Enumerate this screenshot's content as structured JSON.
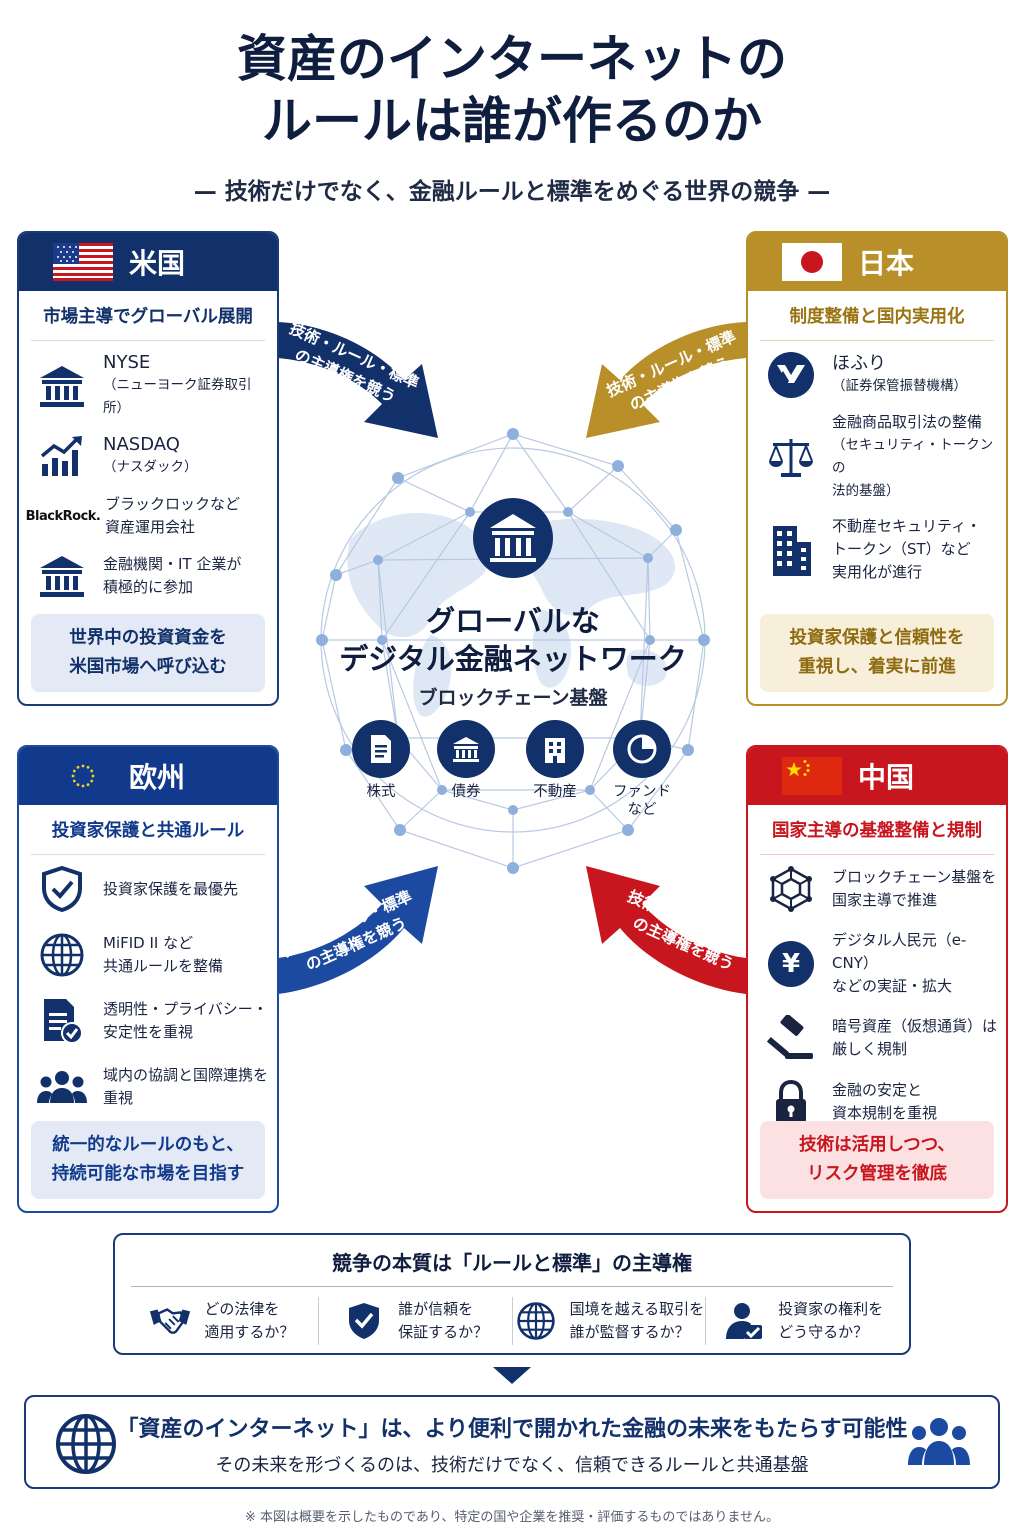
{
  "title_line1": "資産のインターネットの",
  "title_line2": "ルールは誰が作るのか",
  "subtitle": "— 技術だけでなく、金融ルールと標準をめぐる世界の競争 —",
  "arrow_label_line1": "技術・ルール・標準",
  "arrow_label_line2": "の主導権を競う",
  "center": {
    "title_line1": "グローバルな",
    "title_line2": "デジタル金融ネットワーク",
    "subtitle": "ブロックチェーン基盤",
    "assets": [
      {
        "label": "株式",
        "icon": "document-icon"
      },
      {
        "label": "債券",
        "icon": "bank-icon"
      },
      {
        "label": "不動産",
        "icon": "building-icon"
      },
      {
        "label": "ファンド\nなど",
        "icon": "pie-chart-icon"
      }
    ]
  },
  "us": {
    "name": "米国",
    "lead": "市場主導でグローバル展開",
    "items": [
      {
        "main": "NYSE",
        "sub": "（ニューヨーク証券取引所）",
        "icon": "bank-icon"
      },
      {
        "main": "NASDAQ",
        "sub": "（ナスダック）",
        "icon": "chart-up-icon"
      },
      {
        "logo": "BlackRock.",
        "text1": "ブラックロックなど",
        "text2": "資産運用会社"
      },
      {
        "text1": "金融機関・IT 企業が",
        "text2": "積極的に参加",
        "icon": "bank-icon"
      }
    ],
    "foot_line1": "世界中の投資資金を",
    "foot_line2": "米国市場へ呼び込む",
    "color": "#12306a"
  },
  "jp": {
    "name": "日本",
    "lead": "制度整備と国内実用化",
    "items": [
      {
        "main": "ほふり",
        "sub": "（証券保管振替機構）",
        "icon": "jasdec-logo-icon"
      },
      {
        "text1": "金融商品取引法の整備",
        "text2": "（セキュリティ・トークンの",
        "text3": "法的基盤）",
        "icon": "scales-icon"
      },
      {
        "text1": "不動産セキュリティ・",
        "text2": "トークン（ST）など",
        "text3": "実用化が進行",
        "icon": "building-icon"
      }
    ],
    "foot_line1": "投資家保護と信頼性を",
    "foot_line2": "重視し、着実に前進",
    "color": "#b88f29"
  },
  "eu": {
    "name": "欧州",
    "lead": "投資家保護と共通ルール",
    "items": [
      {
        "text1": "投資家保護を最優先",
        "icon": "shield-check-icon"
      },
      {
        "text1": "MiFID II など",
        "text2": "共通ルールを整備",
        "icon": "globe-icon"
      },
      {
        "text1": "透明性・プライバシー・",
        "text2": "安定性を重視",
        "icon": "document-check-icon"
      },
      {
        "text1": "域内の協調と国際連携を",
        "text2": "重視",
        "icon": "people-icon"
      }
    ],
    "foot_line1": "統一的なルールのもと、",
    "foot_line2": "持続可能な市場を目指す",
    "color": "#123a8c"
  },
  "cn": {
    "name": "中国",
    "lead": "国家主導の基盤整備と規制",
    "items": [
      {
        "text1": "ブロックチェーン基盤を",
        "text2": "国家主導で推進",
        "icon": "blockchain-icon"
      },
      {
        "text1": "デジタル人民元（e-CNY）",
        "text2": "などの実証・拡大",
        "icon": "yen-icon",
        "glyph": "¥"
      },
      {
        "text1": "暗号資産（仮想通貨）は",
        "text2": "厳しく規制",
        "icon": "gavel-icon"
      },
      {
        "text1": "金融の安定と",
        "text2": "資本規制を重視",
        "icon": "lock-icon"
      }
    ],
    "foot_line1": "技術は活用しつつ、",
    "foot_line2": "リスク管理を徹底",
    "color": "#c8161e"
  },
  "essence": {
    "title": "競争の本質は「ルールと標準」の主導権",
    "items": [
      {
        "text1": "どの法律を",
        "text2": "適用するか？",
        "icon": "handshake-icon"
      },
      {
        "text1": "誰が信頼を",
        "text2": "保証するか？",
        "icon": "shield-check-icon"
      },
      {
        "text1": "国境を越える取引を",
        "text2": "誰が監督するか？",
        "icon": "globe-icon"
      },
      {
        "text1": "投資家の権利を",
        "text2": "どう守るか？",
        "icon": "user-check-icon"
      }
    ]
  },
  "bottom": {
    "line1": "「資産のインターネット」は、より便利で開かれた金融の未来をもたらす可能性",
    "line2": "その未来を形づくるのは、技術だけでなく、信頼できるルールと共通基盤"
  },
  "note": "※ 本図は概要を示したものであり、特定の国や企業を推奨・評価するものではありません。"
}
